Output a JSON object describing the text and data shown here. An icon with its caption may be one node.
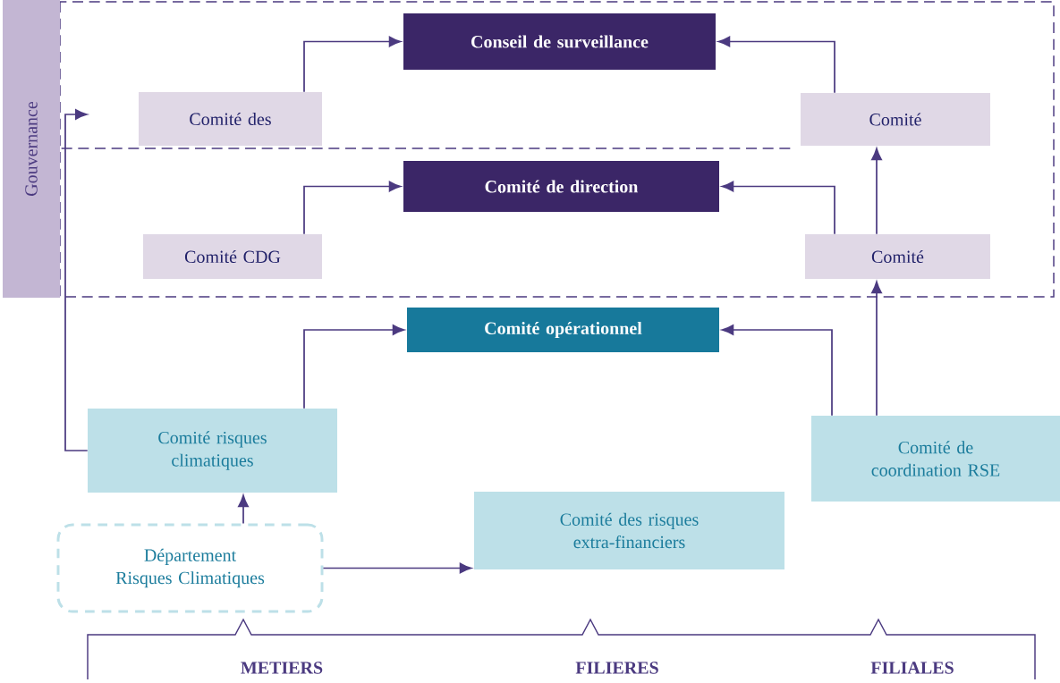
{
  "diagram": {
    "nodes": [
      {
        "text": [
          "Gouvernance"
        ]
      },
      {
        "text": [
          "Conseil de surveillance"
        ]
      },
      {
        "text": [
          "Comité des"
        ]
      },
      {
        "text": [
          "Comité"
        ]
      },
      {
        "text": [
          "Comité de direction"
        ]
      },
      {
        "text": [
          "Comité CDG"
        ]
      },
      {
        "text": [
          "Comité"
        ]
      },
      {
        "text": [
          "Comité opérationnel"
        ]
      },
      {
        "text": [
          "Comité risques climatiques"
        ]
      },
      {
        "text": [
          "Comité de coordination RSE"
        ]
      },
      {
        "text": [
          "Comité des risques extra-financiers"
        ]
      },
      {
        "text": [
          "Département Risques Climatiques"
        ]
      }
    ],
    "edges": [
      {
        "from": 2,
        "to": 1,
        "arrow": "to"
      },
      {
        "from": 3,
        "to": 1,
        "arrow": "to"
      },
      {
        "from": 5,
        "to": 4,
        "arrow": "to"
      },
      {
        "from": 6,
        "to": 4,
        "arrow": "to"
      },
      {
        "from": 6,
        "to": 3,
        "arrow": "to"
      },
      {
        "from": 9,
        "to": 6,
        "arrow": "to"
      },
      {
        "from": 8,
        "to": 7,
        "arrow": "to"
      },
      {
        "from": 9,
        "to": 7,
        "arrow": "to"
      },
      {
        "from": 11,
        "to": 8,
        "arrow": "to"
      },
      {
        "from": 11,
        "to": 10,
        "arrow": "to"
      },
      {
        "from": 8,
        "to": null,
        "arrow": "to"
      }
    ],
    "labels": [
      "METIERS",
      "FILIERES",
      "FILIALES"
    ]
  }
}
